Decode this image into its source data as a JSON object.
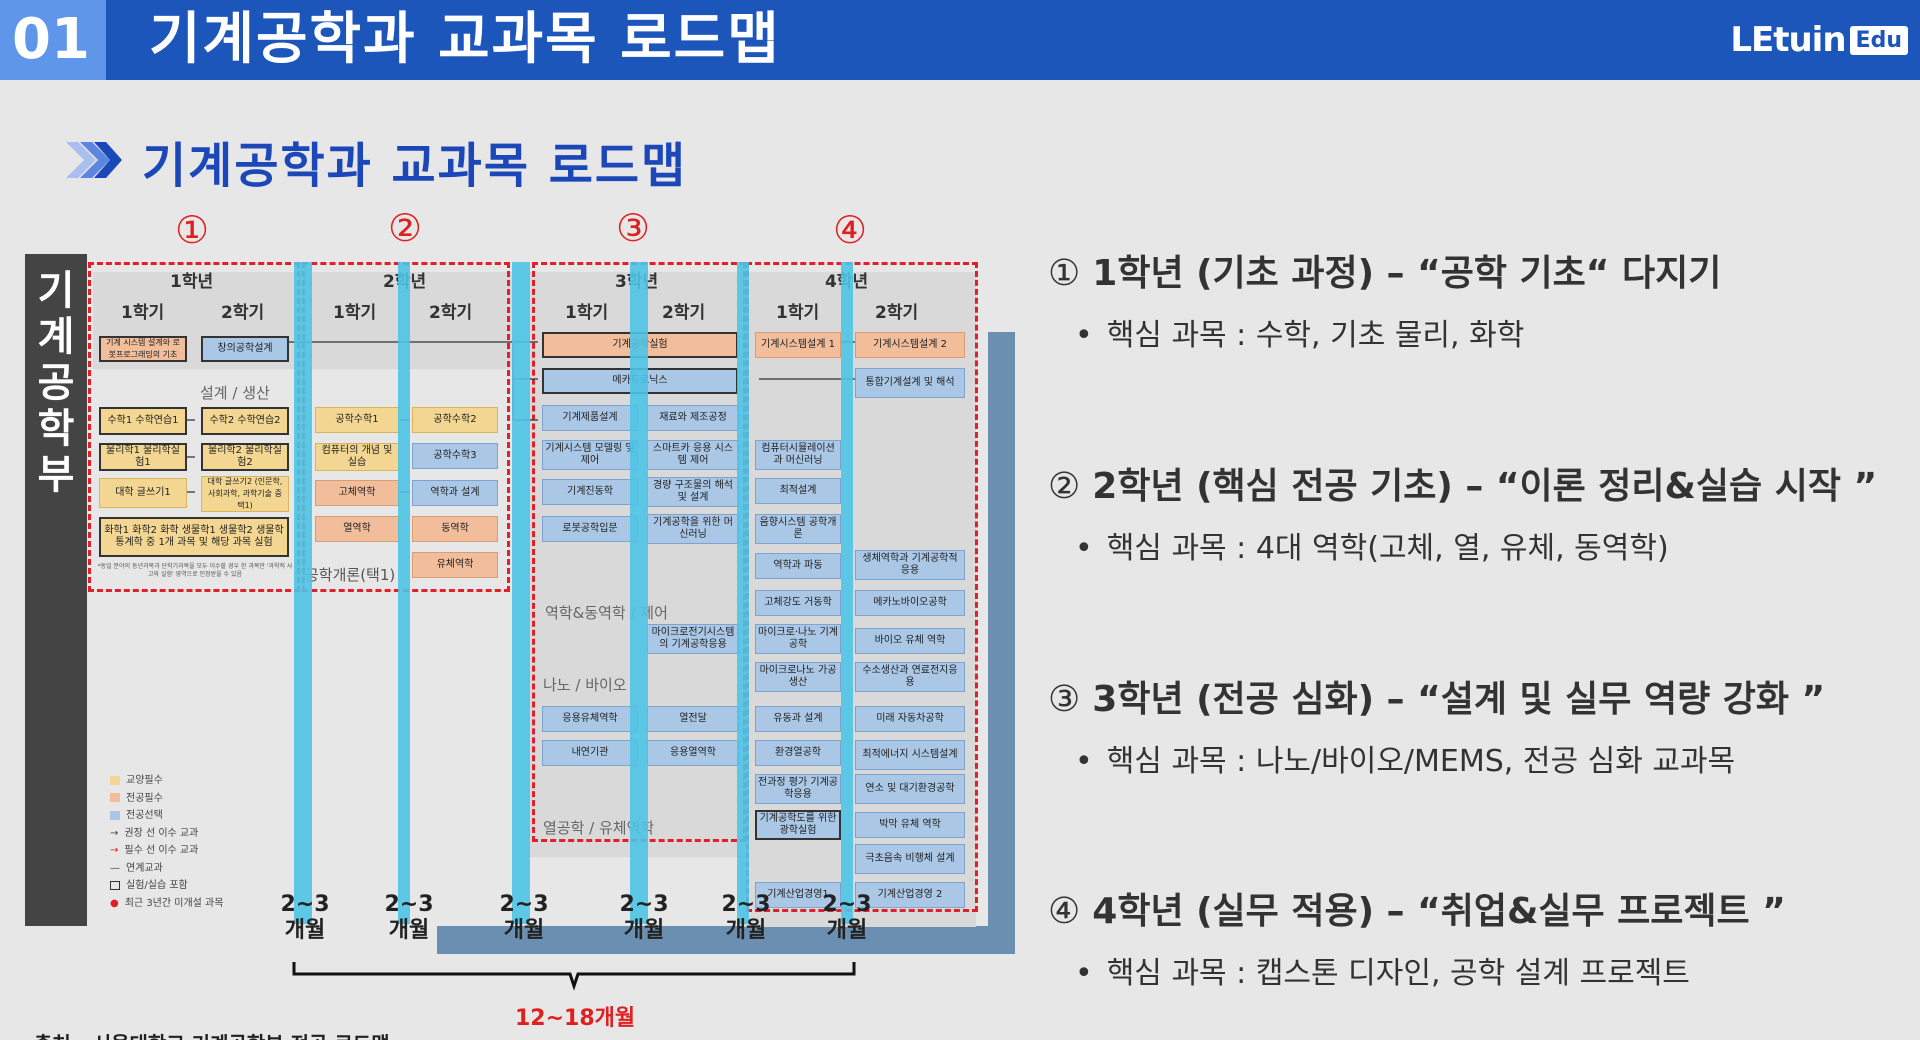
{
  "header": {
    "number": "01",
    "title": "기계공학과 교과목 로드맵",
    "logo": "LEtuin",
    "logo_badge": "Edu"
  },
  "section": {
    "title": "기계공학과 교과목 로드맵"
  },
  "roadmap": {
    "sidebar": [
      "기",
      "계",
      "공",
      "학",
      "부"
    ],
    "markers": [
      "①",
      "②",
      "③",
      "④"
    ],
    "years": [
      "1학년",
      "2학년",
      "3학년",
      "4학년"
    ],
    "semesters": [
      "1학기",
      "2학기"
    ],
    "groups": {
      "design": "설계 / 생산",
      "dynamics": "역학&동역학 / 제어",
      "nano": "나노 / 바이오",
      "thermal": "열공학 / 유체역학",
      "intro": "공학개론(택1)"
    },
    "courses": {
      "y1s1": [
        "기계 시스템 설계와 로봇프로그래밍의 기초",
        "수학1 수학연습1",
        "물리학1 물리학실험1",
        "대학 글쓰기1"
      ],
      "y1s2": [
        "창의공학설계",
        "수학2 수학연습2",
        "물리학2 물리학실험2",
        "대학 글쓰기2 (인문학, 사회과학, 과학기술 중 택1)"
      ],
      "y1": [
        "화학1 화학2 화학 생물학1 생물학2 생물학 통계학 중 1개 과목 및 해당 과목 실험"
      ],
      "y1_note": "*동일 분야의 동년과목과 단학기과목을 모두 이수할 경우 한 과목만 '과학적 사고와 실험' 영역으로 인정받을 수 있음",
      "y2s1": [
        "공학수학1",
        "컴퓨터의 개념 및 실습",
        "고체역학",
        "열역학"
      ],
      "y2s2": [
        "공학수학2",
        "공학수학3",
        "역학과 설계",
        "동역학",
        "유체역학"
      ],
      "y3": [
        "기계공학실험",
        "메카트로닉스"
      ],
      "y3s1": [
        "기계제품설계",
        "기계시스템 모델링 및 제어",
        "기계진동학",
        "로봇공학입문",
        "응용유체역학",
        "내연기관"
      ],
      "y3s2": [
        "재료와 제조공정",
        "스마트카 응용 시스템 제어",
        "경량 구조물의 해석 및 설계",
        "기계공학을 위한 머신러닝",
        "마이크로전기시스템의 기계공학응용",
        "열전달",
        "응용열역학"
      ],
      "y4s1": [
        "기계시스템설계 1",
        "컴퓨터시뮬레이션과 머신러닝",
        "최적설계",
        "음향시스템 공학개론",
        "역학과 파동",
        "고체강도 거동학",
        "마이크로·나노 기계공학",
        "마이크로나노 가공생산",
        "유동과 설계",
        "환경열공학",
        "전과정 평가 기계공학응용",
        "기계공학도를 위한 광학실험",
        "기계산업경영1"
      ],
      "y4s2": [
        "기계시스템설계 2",
        "통합기계설계 및 해석",
        "생체역학과 기계공학적 응용",
        "메카노바이오공학",
        "바이오 유체 역학",
        "수소생산과 연료전지응용",
        "미래 자동차공학",
        "최적에너지 시스템설계",
        "연소 및 대기환경공학",
        "박막 유체 역학",
        "극초음속 비행체 설계",
        "기계산업경영 2"
      ]
    },
    "legend": [
      "교양필수",
      "전공필수",
      "전공선택",
      "권장 선 이수 교과",
      "필수 선 이수 교과",
      "연계교과",
      "실험/실습 포함",
      "최근 3년간 미개설 과목"
    ],
    "durations": [
      "2~3\n개월",
      "2~3\n개월",
      "2~3\n개월",
      "2~3\n개월",
      "2~3\n개월",
      "2~3\n개월"
    ],
    "total_range": "12~18개월",
    "colors": {
      "required_general": "#f2d691",
      "required_major": "#f1bd9b",
      "elective_major": "#aac7e6",
      "dashed_box": "#e0202a",
      "overlay_bar": "#4ec3e5"
    }
  },
  "points": [
    {
      "marker": "①",
      "title": "1학년 (기초 과정) – “공학 기초“ 다지기",
      "core": "핵심 과목 : 수학, 기초 물리, 화학"
    },
    {
      "marker": "②",
      "title": "2학년 (핵심 전공 기초) – “이론 정리&실습 시작 ”",
      "core": "핵심 과목 : 4대 역학(고체, 열, 유체, 동역학)"
    },
    {
      "marker": "③",
      "title": "3학년 (전공 심화) – “설계 및 실무 역량 강화 ”",
      "core": "핵심 과목 : 나노/바이오/MEMS, 전공 심화 교과목"
    },
    {
      "marker": "④",
      "title": "4학년 (실무 적용) – “취업&실무 프로젝트 ”",
      "core": "핵심 과목 : 캡스톤 디자인, 공학 설계 프로젝트"
    }
  ],
  "source": "출처 : 서울대학교 기계공학부 전공 로드맵"
}
